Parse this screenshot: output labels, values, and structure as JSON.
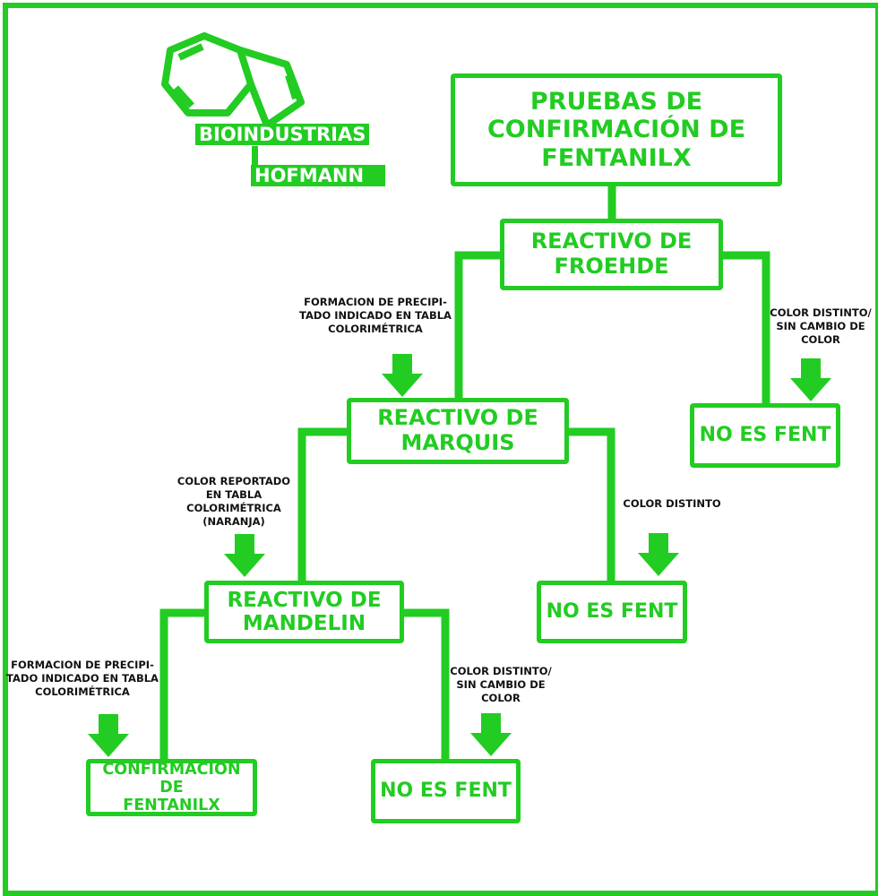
{
  "colors": {
    "accent": "#22cc22",
    "label_text": "#111111",
    "background": "#ffffff"
  },
  "logo": {
    "icon": "indole-molecule-icon",
    "line1": "BIOINDUSTRIAS",
    "line2": "HOFMANN"
  },
  "nodes": {
    "title": [
      "PRUEBAS DE",
      "CONFIRMACIÓN DE",
      "FENTANILX"
    ],
    "froehde": [
      "REACTIVO DE",
      "FROEHDE"
    ],
    "marquis": [
      "REACTIVO DE",
      "MARQUIS"
    ],
    "mandelin": [
      "REACTIVO DE",
      "MANDELIN"
    ],
    "no_fent_1": "NO ES FENT",
    "no_fent_2": "NO ES FENT",
    "no_fent_3": "NO ES FENT",
    "confirm": [
      "CONFIRMACIÓN DE",
      "FENTANILX"
    ]
  },
  "edge_labels": {
    "froehde_yes": [
      "FORMACION DE PRECIPI-",
      "TADO INDICADO EN TABLA",
      "COLORIMÉTRICA"
    ],
    "froehde_no": [
      "COLOR DISTINTO/",
      "SIN CAMBIO DE",
      "COLOR"
    ],
    "marquis_yes": [
      "COLOR REPORTADO",
      "EN TABLA",
      "COLORIMÉTRICA",
      "(NARANJA)"
    ],
    "marquis_no": [
      "COLOR DISTINTO"
    ],
    "mandelin_yes": [
      "FORMACION DE PRECIPI-",
      "TADO INDICADO EN TABLA",
      "COLORIMÉTRICA"
    ],
    "mandelin_no": [
      "COLOR DISTINTO/",
      "SIN CAMBIO DE",
      "COLOR"
    ]
  }
}
